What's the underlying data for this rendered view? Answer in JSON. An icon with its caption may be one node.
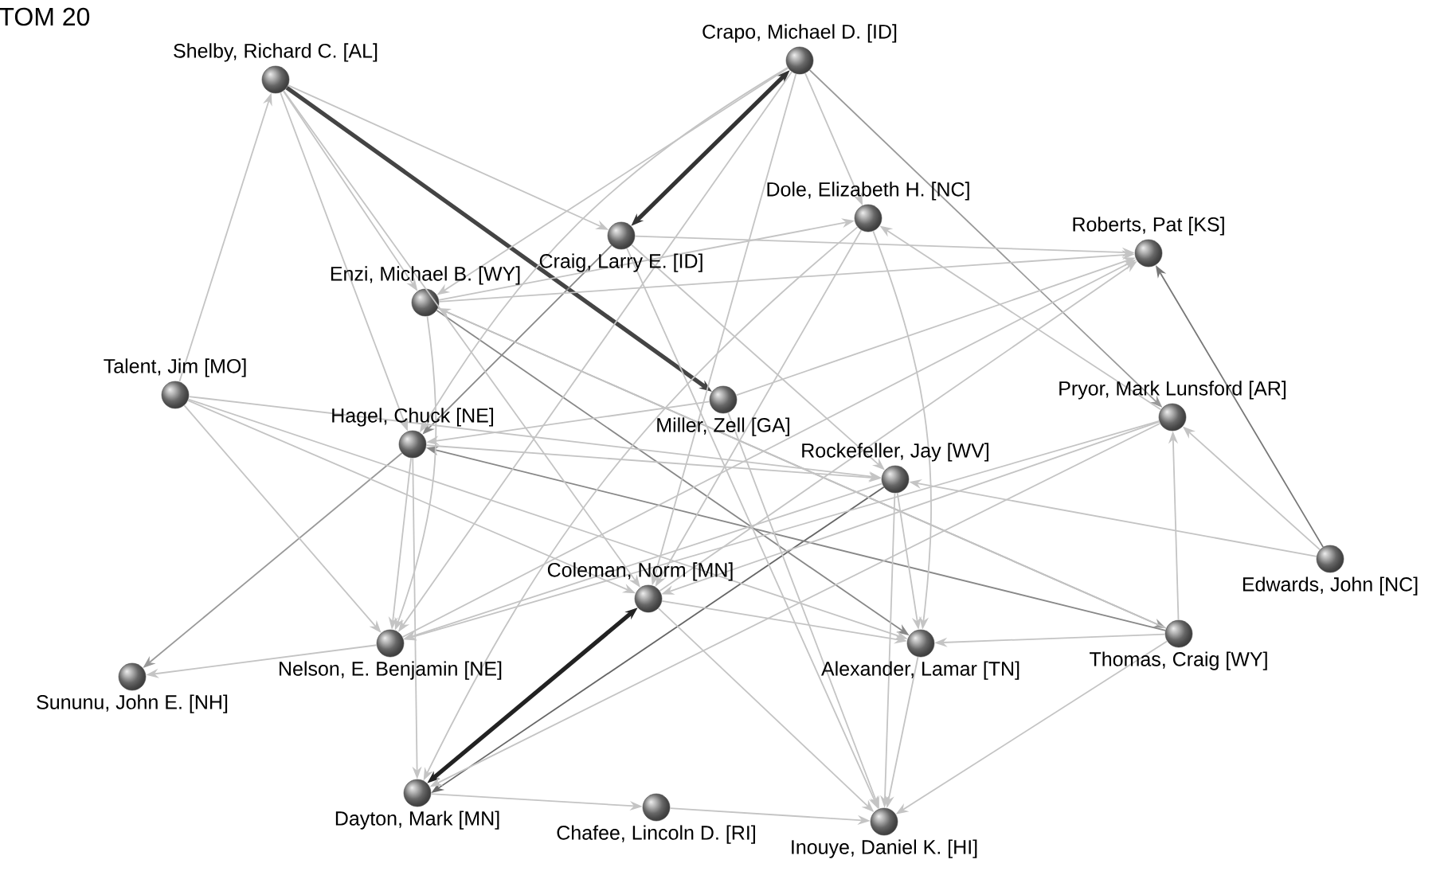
{
  "diagram": {
    "labels": [
      "TOM 20"
    ],
    "nodes": [
      {
        "text": [],
        "shape": "circle",
        "beside": [
          "Shelby, Richard C. [AL]"
        ]
      },
      {
        "text": [],
        "shape": "circle",
        "beside": [
          "Crapo, Michael D. [ID]"
        ]
      },
      {
        "text": [],
        "shape": "circle",
        "beside": [
          "Dole, Elizabeth H. [NC]"
        ]
      },
      {
        "text": [],
        "shape": "circle",
        "beside": [
          "Craig, Larry E. [ID]"
        ]
      },
      {
        "text": [],
        "shape": "circle",
        "beside": [
          "Enzi, Michael B. [WY]"
        ]
      },
      {
        "text": [],
        "shape": "circle",
        "beside": [
          "Roberts, Pat [KS]"
        ]
      },
      {
        "text": [],
        "shape": "circle",
        "beside": [
          "Talent, Jim [MO]"
        ]
      },
      {
        "text": [],
        "shape": "circle",
        "beside": [
          "Hagel, Chuck [NE]"
        ]
      },
      {
        "text": [],
        "shape": "circle",
        "beside": [
          "Miller, Zell [GA]"
        ]
      },
      {
        "text": [],
        "shape": "circle",
        "beside": [
          "Pryor, Mark Lunsford [AR]"
        ]
      },
      {
        "text": [],
        "shape": "circle",
        "beside": [
          "Rockefeller, Jay [WV]"
        ]
      },
      {
        "text": [],
        "shape": "circle",
        "beside": [
          "Coleman, Norm [MN]"
        ]
      },
      {
        "text": [],
        "shape": "circle",
        "beside": [
          "Edwards, John [NC]"
        ]
      },
      {
        "text": [],
        "shape": "circle",
        "beside": [
          "Nelson, E. Benjamin [NE]"
        ]
      },
      {
        "text": [],
        "shape": "circle",
        "beside": [
          "Alexander, Lamar [TN]"
        ]
      },
      {
        "text": [],
        "shape": "circle",
        "beside": [
          "Thomas, Craig [WY]"
        ]
      },
      {
        "text": [],
        "shape": "circle",
        "beside": [
          "Sununu, John E. [NH]"
        ]
      },
      {
        "text": [],
        "shape": "circle",
        "beside": [
          "Dayton, Mark [MN]"
        ]
      },
      {
        "text": [],
        "shape": "circle",
        "beside": [
          "Chafee, Lincoln D. [RI]"
        ]
      },
      {
        "text": [],
        "shape": "circle",
        "beside": [
          "Inouye, Daniel K. [HI]"
        ]
      }
    ],
    "edges": [
      {
        "from": 3,
        "to": 1,
        "arrow": "both",
        "style": "thick",
        "color": "#333333"
      },
      {
        "from": 0,
        "to": 8,
        "arrow": "to",
        "style": "thick",
        "color": "#444444"
      },
      {
        "from": 11,
        "to": 17,
        "arrow": "both",
        "style": "thick",
        "color": "#222222"
      },
      {
        "from": 12,
        "to": 5,
        "arrow": "to",
        "color": "#777777"
      },
      {
        "from": 10,
        "to": 17,
        "arrow": "to",
        "color": "#666666"
      },
      {
        "from": 3,
        "to": 7,
        "arrow": "to",
        "color": "#888888"
      },
      {
        "from": 4,
        "to": 14,
        "arrow": "to",
        "color": "#888888"
      },
      {
        "from": 4,
        "to": 15,
        "arrow": "to",
        "color": "#999999"
      },
      {
        "from": 15,
        "to": 7,
        "arrow": "to",
        "color": "#888888"
      },
      {
        "from": 7,
        "to": 16,
        "arrow": "to",
        "color": "#999999"
      },
      {
        "from": 1,
        "to": 9,
        "arrow": "to",
        "color": "#999999"
      },
      {
        "from": 1,
        "to": 4,
        "arrow": "to"
      },
      {
        "from": 1,
        "to": 7,
        "arrow": "to"
      },
      {
        "from": 1,
        "to": 13,
        "arrow": "to"
      },
      {
        "from": 1,
        "to": 11,
        "arrow": "to"
      },
      {
        "from": 1,
        "to": 2,
        "arrow": "to"
      },
      {
        "from": 0,
        "to": 4,
        "arrow": "to"
      },
      {
        "from": 0,
        "to": 7,
        "arrow": "to"
      },
      {
        "from": 0,
        "to": 3,
        "arrow": "to"
      },
      {
        "from": 6,
        "to": 0,
        "arrow": "to"
      },
      {
        "from": 6,
        "to": 14,
        "arrow": "to"
      },
      {
        "from": 6,
        "to": 10,
        "arrow": "to"
      },
      {
        "from": 6,
        "to": 11,
        "arrow": "to"
      },
      {
        "from": 6,
        "to": 13,
        "arrow": "to"
      },
      {
        "from": 4,
        "to": 5,
        "arrow": "to"
      },
      {
        "from": 4,
        "to": 2,
        "arrow": "to"
      },
      {
        "from": 4,
        "to": 13,
        "arrow": "to"
      },
      {
        "from": 7,
        "to": 13,
        "arrow": "to"
      },
      {
        "from": 7,
        "to": 17,
        "arrow": "to"
      },
      {
        "from": 7,
        "to": 10,
        "arrow": "to"
      },
      {
        "from": 3,
        "to": 5,
        "arrow": "to"
      },
      {
        "from": 3,
        "to": 10,
        "arrow": "to"
      },
      {
        "from": 3,
        "to": 19,
        "arrow": "to"
      },
      {
        "from": 2,
        "to": 11,
        "arrow": "to"
      },
      {
        "from": 2,
        "to": 17,
        "arrow": "to"
      },
      {
        "from": 2,
        "to": 14,
        "arrow": "to"
      },
      {
        "from": 8,
        "to": 5,
        "arrow": "to"
      },
      {
        "from": 8,
        "to": 19,
        "arrow": "to"
      },
      {
        "from": 9,
        "to": 2,
        "arrow": "to"
      },
      {
        "from": 9,
        "to": 13,
        "arrow": "to"
      },
      {
        "from": 9,
        "to": 11,
        "arrow": "to"
      },
      {
        "from": 9,
        "to": 17,
        "arrow": "to"
      },
      {
        "from": 15,
        "to": 9,
        "arrow": "to"
      },
      {
        "from": 12,
        "to": 9,
        "arrow": "to"
      },
      {
        "from": 12,
        "to": 10,
        "arrow": "to"
      },
      {
        "from": 10,
        "to": 14,
        "arrow": "to"
      },
      {
        "from": 10,
        "to": 19,
        "arrow": "to"
      },
      {
        "from": 10,
        "to": 13,
        "arrow": "to"
      },
      {
        "from": 11,
        "to": 14,
        "arrow": "to"
      },
      {
        "from": 11,
        "to": 19,
        "arrow": "to"
      },
      {
        "from": 13,
        "to": 16,
        "arrow": "to"
      },
      {
        "from": 17,
        "to": 18,
        "arrow": "to"
      },
      {
        "from": 18,
        "to": 19,
        "arrow": "to"
      },
      {
        "from": 14,
        "to": 19,
        "arrow": "to"
      },
      {
        "from": 15,
        "to": 19,
        "arrow": "to"
      },
      {
        "from": 15,
        "to": 14,
        "arrow": "to"
      },
      {
        "from": 13,
        "to": 5,
        "arrow": "to"
      },
      {
        "from": 8,
        "to": 7,
        "arrow": "to"
      },
      {
        "from": 0,
        "to": 11,
        "arrow": "to"
      },
      {
        "from": 15,
        "to": 4,
        "arrow": "to"
      },
      {
        "from": 11,
        "to": 5,
        "arrow": "to"
      }
    ]
  }
}
